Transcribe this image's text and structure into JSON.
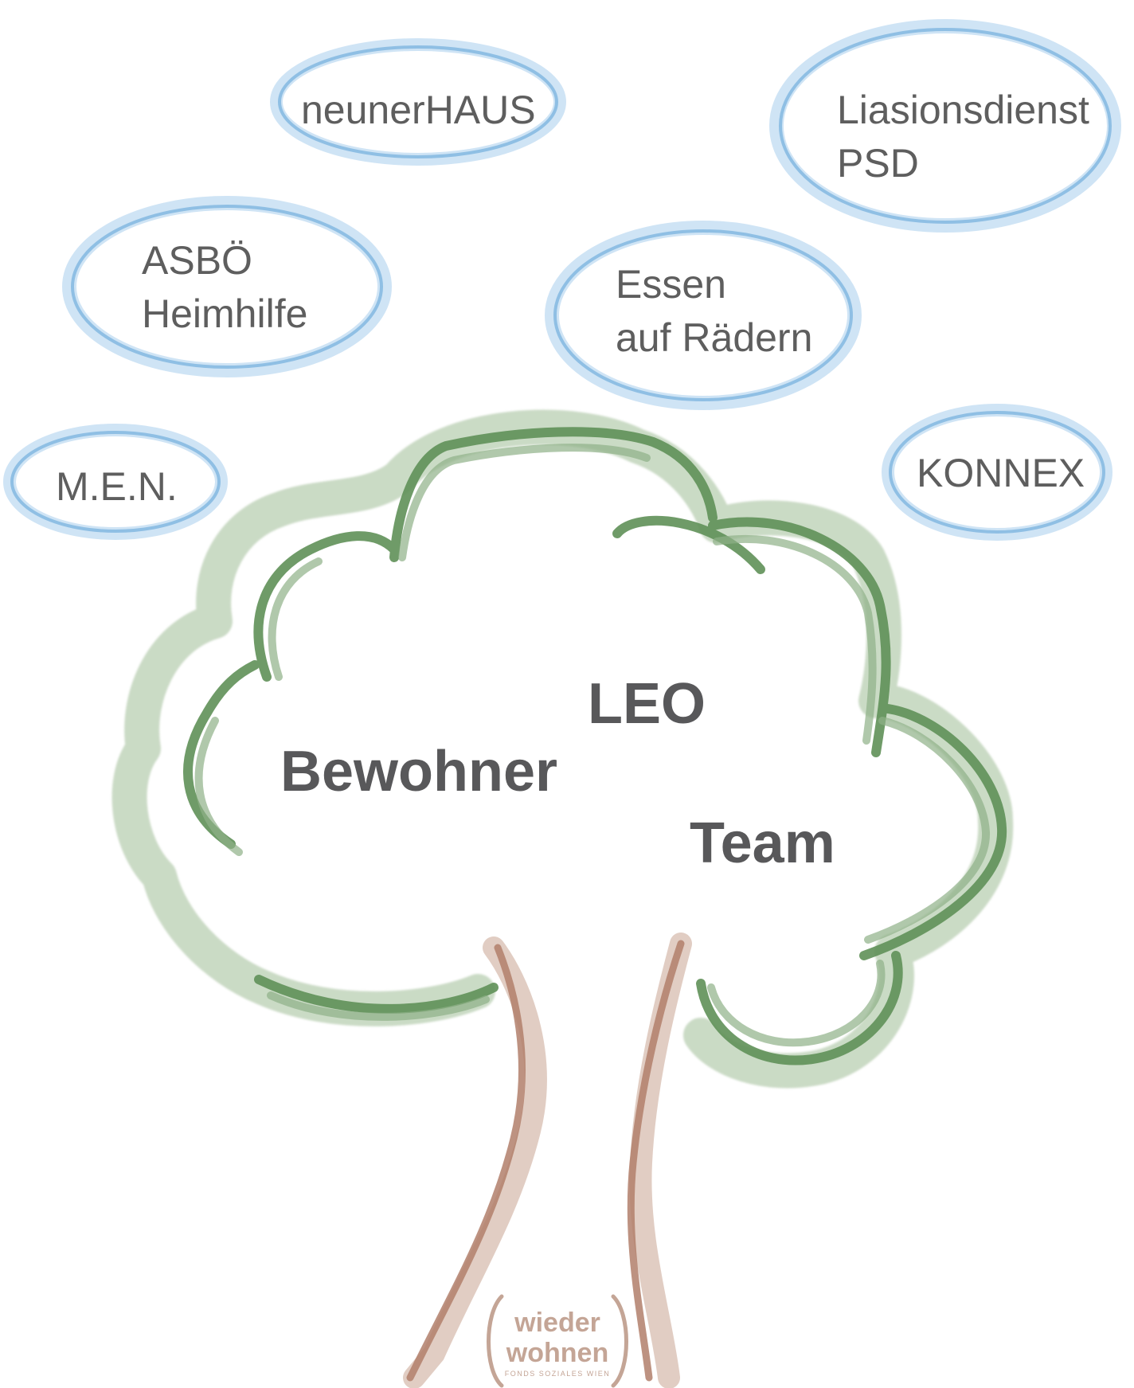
{
  "colors": {
    "cloud_outline": "#8fbfe4",
    "cloud_outline_light": "#cfe4f5",
    "crown_dark": "#5f9058",
    "crown_light": "#b9cfb2",
    "trunk_dark": "#b17f6b",
    "trunk_light": "#dcc4b9",
    "text": "#5e5e5e",
    "logo": "#c4a596"
  },
  "clouds": [
    {
      "lines": [
        "neunerHAUS"
      ]
    },
    {
      "lines": [
        "Liasionsdienst",
        "PSD"
      ]
    },
    {
      "lines": [
        "ASBÖ",
        "Heimhilfe"
      ]
    },
    {
      "lines": [
        "Essen",
        "auf Rädern"
      ]
    },
    {
      "lines": [
        "M.E.N."
      ]
    },
    {
      "lines": [
        "KONNEX"
      ]
    }
  ],
  "tree": {
    "labels": [
      "LEO",
      "Bewohner",
      "Team"
    ]
  },
  "logo": {
    "line1": "wieder",
    "line2": "wohnen",
    "sub": "FONDS SOZIALES WIEN"
  }
}
